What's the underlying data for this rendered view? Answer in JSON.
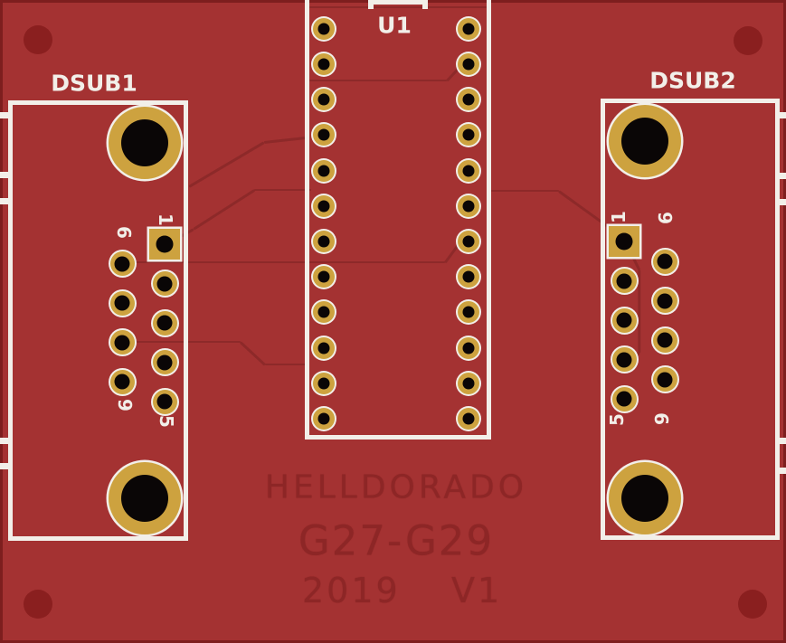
{
  "board": {
    "substrate_color": "#a43232",
    "edge_line_color": "#7d1e1e",
    "silkscreen_color": "#f2efe9",
    "pad_gold_color": "#cda23f",
    "drill_black_color": "#0a0606",
    "mounting_hole_color": "#8a1f1f",
    "trace_color": "#8d2929",
    "copper_text_color": "#8d2626",
    "mounting_holes_count": 4
  },
  "components": {
    "u1": {
      "label": "U1",
      "columns": 2,
      "pads_per_column": 12
    },
    "dsub1": {
      "label": "DSUB1",
      "front_column_pins": 5,
      "back_column_pins": 4,
      "pin_labels": {
        "pin1": "1",
        "pin6": "6",
        "pin9": "9",
        "pin5": "5"
      }
    },
    "dsub2": {
      "label": "DSUB2",
      "front_column_pins": 5,
      "back_column_pins": 4,
      "pin_labels": {
        "pin1": "1",
        "pin6": "6",
        "pin9": "9",
        "pin5": "5"
      }
    }
  },
  "copper_text": {
    "line1": "HELLDORADO",
    "line2": "G27-G29",
    "line3_left": "2019",
    "line3_right": "V1"
  }
}
